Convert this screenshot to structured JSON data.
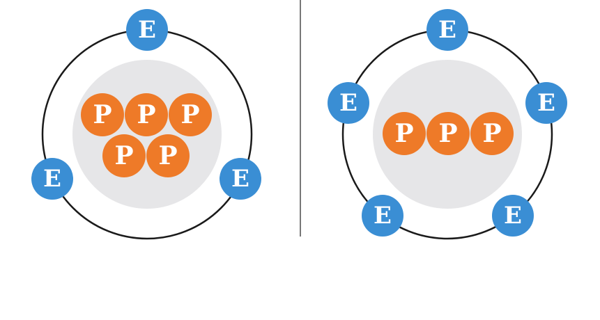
{
  "colors": {
    "electron": "#3a8ed4",
    "proton": "#ee7a28",
    "nucleus": "#e6e6e8",
    "orbit": "#1a1a1a",
    "divider": "#777777",
    "label": "#ffffff"
  },
  "atoms": [
    {
      "protons": [
        "P",
        "P",
        "P",
        "P",
        "P"
      ],
      "electrons": [
        "E",
        "E",
        "E"
      ]
    },
    {
      "protons": [
        "P",
        "P",
        "P"
      ],
      "electrons": [
        "E",
        "E",
        "E",
        "E",
        "E"
      ]
    }
  ]
}
